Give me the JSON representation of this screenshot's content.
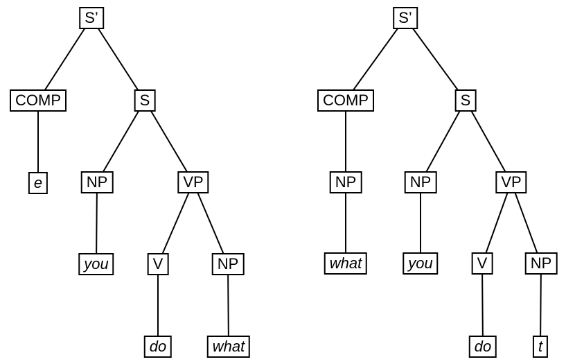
{
  "figure": {
    "kind": "syntax-trees",
    "tree_count": 2
  },
  "colors": {
    "background": "#ffffff",
    "box_fill": "#ffffff",
    "box_border": "#000000",
    "line": "#000000",
    "text": "#000000"
  },
  "trees": [
    {
      "id": "left",
      "nodes": [
        {
          "id": "sprime",
          "label": "S’",
          "type": "nonterminal"
        },
        {
          "id": "comp",
          "label": "COMP",
          "type": "nonterminal"
        },
        {
          "id": "s",
          "label": "S",
          "type": "nonterminal"
        },
        {
          "id": "e",
          "label": "e",
          "type": "terminal"
        },
        {
          "id": "np-subj",
          "label": "NP",
          "type": "nonterminal"
        },
        {
          "id": "vp",
          "label": "VP",
          "type": "nonterminal"
        },
        {
          "id": "you",
          "label": "you",
          "type": "terminal"
        },
        {
          "id": "v",
          "label": "V",
          "type": "nonterminal"
        },
        {
          "id": "np-obj",
          "label": "NP",
          "type": "nonterminal"
        },
        {
          "id": "do",
          "label": "do",
          "type": "terminal"
        },
        {
          "id": "what",
          "label": "what",
          "type": "terminal"
        }
      ],
      "edges": [
        [
          "sprime",
          "comp"
        ],
        [
          "sprime",
          "s"
        ],
        [
          "comp",
          "e"
        ],
        [
          "s",
          "np-subj"
        ],
        [
          "s",
          "vp"
        ],
        [
          "np-subj",
          "you"
        ],
        [
          "vp",
          "v"
        ],
        [
          "vp",
          "np-obj"
        ],
        [
          "v",
          "do"
        ],
        [
          "np-obj",
          "what"
        ]
      ]
    },
    {
      "id": "right",
      "nodes": [
        {
          "id": "sprime",
          "label": "S’",
          "type": "nonterminal"
        },
        {
          "id": "comp",
          "label": "COMP",
          "type": "nonterminal"
        },
        {
          "id": "s",
          "label": "S",
          "type": "nonterminal"
        },
        {
          "id": "np-wh",
          "label": "NP",
          "type": "nonterminal"
        },
        {
          "id": "np-subj",
          "label": "NP",
          "type": "nonterminal"
        },
        {
          "id": "vp",
          "label": "VP",
          "type": "nonterminal"
        },
        {
          "id": "what",
          "label": "what",
          "type": "terminal"
        },
        {
          "id": "you",
          "label": "you",
          "type": "terminal"
        },
        {
          "id": "v",
          "label": "V",
          "type": "nonterminal"
        },
        {
          "id": "np-obj",
          "label": "NP",
          "type": "nonterminal"
        },
        {
          "id": "do",
          "label": "do",
          "type": "terminal"
        },
        {
          "id": "t",
          "label": "t",
          "type": "terminal"
        }
      ],
      "edges": [
        [
          "sprime",
          "comp"
        ],
        [
          "sprime",
          "s"
        ],
        [
          "comp",
          "np-wh"
        ],
        [
          "s",
          "np-subj"
        ],
        [
          "s",
          "vp"
        ],
        [
          "np-wh",
          "what"
        ],
        [
          "np-subj",
          "you"
        ],
        [
          "vp",
          "v"
        ],
        [
          "vp",
          "np-obj"
        ],
        [
          "v",
          "do"
        ],
        [
          "np-obj",
          "t"
        ]
      ]
    }
  ]
}
